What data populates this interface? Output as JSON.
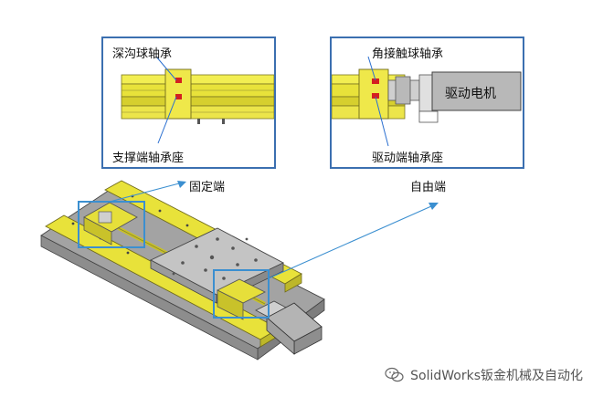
{
  "left_callout": {
    "top_label": "深沟球轴承",
    "bottom_label": "支撑端轴承座",
    "zone_label": "固定端"
  },
  "right_callout": {
    "top_label": "角接触球轴承",
    "bottom_label": "驱动端轴承座",
    "motor_label": "驱动电机",
    "zone_label": "自由端"
  },
  "watermark": {
    "text": "SolidWorks钣金机械及自动化",
    "icon": "wechat-icon"
  },
  "colors": {
    "frame": "#3b6fb0",
    "rail_yellow": "#e8e23a",
    "base_gray": "#9a9a9a",
    "bearing_red": "#d42020"
  }
}
